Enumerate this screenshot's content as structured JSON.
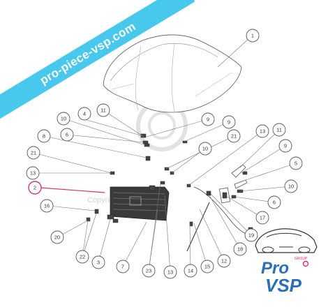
{
  "watermark": {
    "banner_text": "pro-piece-vsp.com",
    "faint_text": "Copyright PRO VSP"
  },
  "diagram": {
    "highlighted_callout": "2",
    "callouts": [
      "1",
      "2",
      "3",
      "4",
      "5",
      "6",
      "7",
      "8",
      "9",
      "10",
      "11",
      "12",
      "13",
      "14",
      "15",
      "16",
      "17",
      "18",
      "19",
      "20",
      "21",
      "22",
      "23"
    ]
  },
  "logo": {
    "line1": "Pro",
    "line2": "VSP",
    "tag": "GROUP",
    "accent_color": "#d8336f",
    "blue_color": "#2a6fb8"
  },
  "colors": {
    "highlight": "#d8336f",
    "banner": "#48c8ec"
  }
}
